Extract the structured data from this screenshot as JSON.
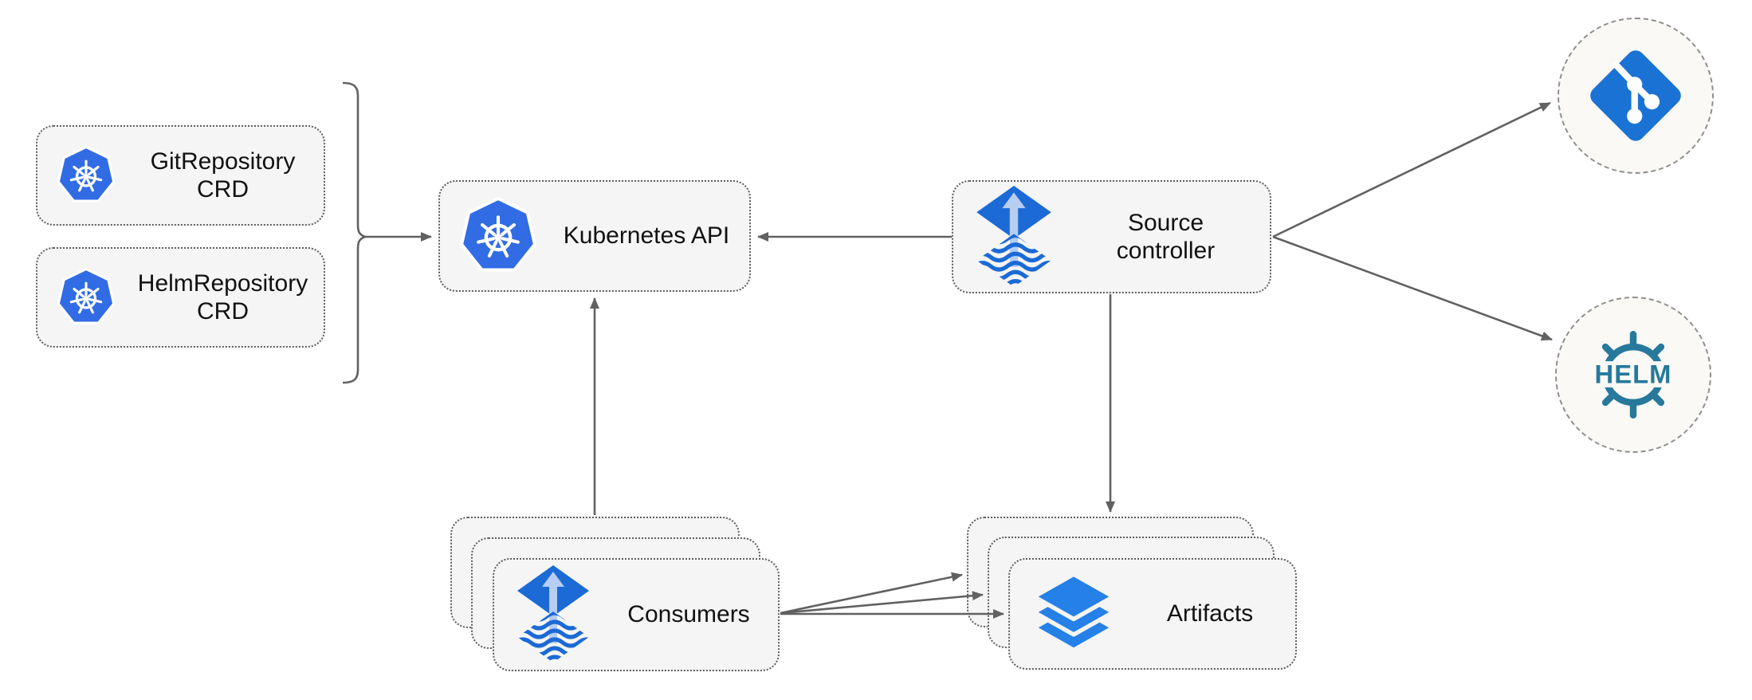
{
  "diagram_type": "architecture-flow",
  "colors": {
    "canvas_bg": "#ffffff",
    "node_fill": "#f5f5f5",
    "node_border": "#5f5f5f",
    "arrow": "#616161",
    "k8s_blue": "#326ce5",
    "flux_blue": "#1b6ad6",
    "flux_arrow_light": "#b7cdf1",
    "layers_blue": "#2580e8",
    "git_blue": "#1a73d4",
    "helm_teal": "#27799c",
    "circle_fill": "#faf9f6",
    "circle_border": "#8f8f8f",
    "label_color": "#111111"
  },
  "nodes": {
    "git_repository_crd": {
      "label": "GitRepository CRD",
      "icon": "kubernetes-icon",
      "shape": "rounded-dotted-box"
    },
    "helm_repository_crd": {
      "label": "HelmRepository CRD",
      "icon": "kubernetes-icon",
      "shape": "rounded-dotted-box"
    },
    "kubernetes_api": {
      "label": "Kubernetes API",
      "icon": "kubernetes-icon",
      "shape": "rounded-dotted-box"
    },
    "source_controller": {
      "label": "Source controller",
      "icon": "flux-source-icon",
      "shape": "rounded-dotted-box"
    },
    "consumers": {
      "label": "Consumers",
      "icon": "flux-source-icon",
      "shape": "rounded-dotted-box",
      "stacked": 3
    },
    "artifacts": {
      "label": "Artifacts",
      "icon": "layers-icon",
      "shape": "rounded-dotted-box",
      "stacked": 3
    },
    "git_remote": {
      "label": "",
      "icon": "git-icon",
      "shape": "dashed-circle"
    },
    "helm_remote": {
      "label": "",
      "icon": "helm-icon",
      "logo_text": "HELM",
      "shape": "dashed-circle"
    }
  },
  "edges": [
    {
      "from": "git_repository_crd & helm_repository_crd (brace group)",
      "to": "kubernetes_api",
      "style": "arrow"
    },
    {
      "from": "source_controller",
      "to": "kubernetes_api",
      "style": "arrow"
    },
    {
      "from": "consumers",
      "to": "kubernetes_api",
      "style": "arrow"
    },
    {
      "from": "source_controller",
      "to": "artifacts",
      "style": "arrow"
    },
    {
      "from": "source_controller",
      "to": "git_remote",
      "style": "arrow"
    },
    {
      "from": "source_controller",
      "to": "helm_remote",
      "style": "arrow"
    },
    {
      "from": "consumers",
      "to": "artifacts",
      "style": "arrow",
      "count": 3
    }
  ]
}
